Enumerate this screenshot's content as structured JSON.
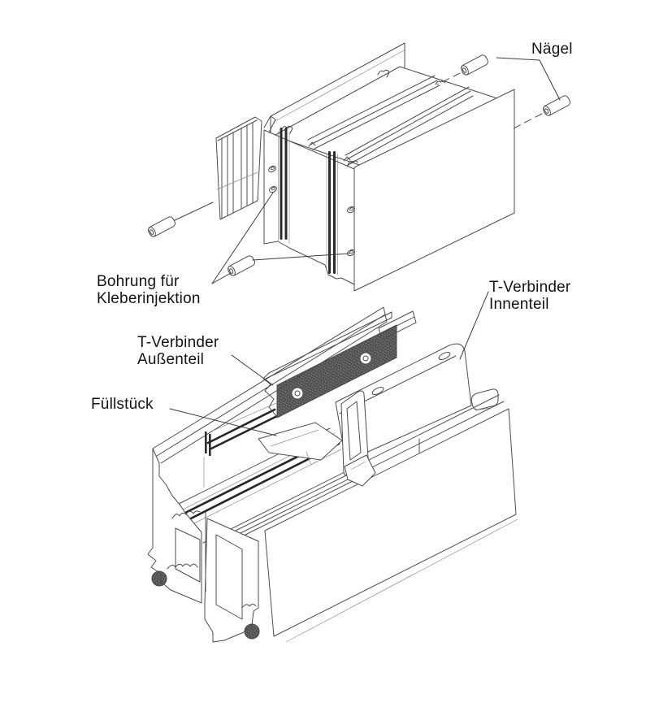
{
  "page": {
    "background": "#ffffff",
    "line_color": "#4c4c4c",
    "text_color": "#141414",
    "figure_type": "exploded-assembly technical line drawing (window profile T-connector)"
  },
  "labels": {
    "naegel": "Nägel",
    "bohrung_l1": "Bohrung für",
    "bohrung_l2": "Kleberinjektion",
    "aussenteil_l1": "T-Verbinder",
    "aussenteil_l2": "Außenteil",
    "fuellstueck": "Füllstück",
    "innenteil_l1": "T-Verbinder",
    "innenteil_l2": "Innenteil"
  }
}
